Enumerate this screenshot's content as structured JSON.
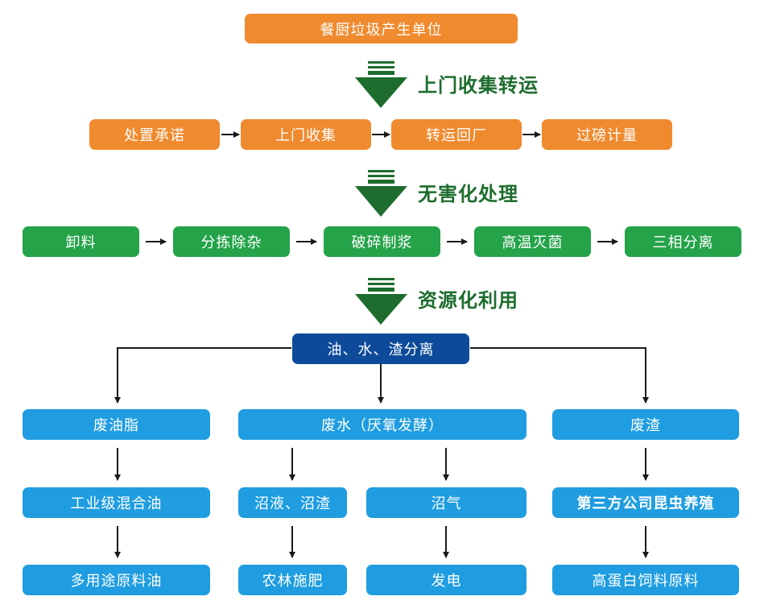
{
  "source": "餐厨垃圾产生单位",
  "stage1": {
    "title": "上门收集转运",
    "steps": [
      "处置承诺",
      "上门收集",
      "转运回厂",
      "过磅计量"
    ]
  },
  "stage2": {
    "title": "无害化处理",
    "steps": [
      "卸料",
      "分拣除杂",
      "破碎制浆",
      "高温灭菌",
      "三相分离"
    ]
  },
  "stage3": {
    "title": "资源化利用",
    "separation": "油、水、渣分离",
    "branches": {
      "oil": {
        "label": "废油脂",
        "product": "工业级混合油",
        "use": "多用途原料油"
      },
      "water": {
        "label": "废水（厌氧发酵）",
        "left": {
          "product": "沼液、沼渣",
          "use": "农林施肥"
        },
        "right": {
          "product": "沼气",
          "use": "发电"
        }
      },
      "slag": {
        "label": "废渣",
        "product": "第三方公司昆虫养殖",
        "use": "高蛋白饲料原料"
      }
    }
  },
  "colors": {
    "orange": "#f08a2e",
    "green": "#24a349",
    "navy": "#0d4b9a",
    "blue": "#1f9de0",
    "stage_arrow": "#1e6d2e"
  }
}
